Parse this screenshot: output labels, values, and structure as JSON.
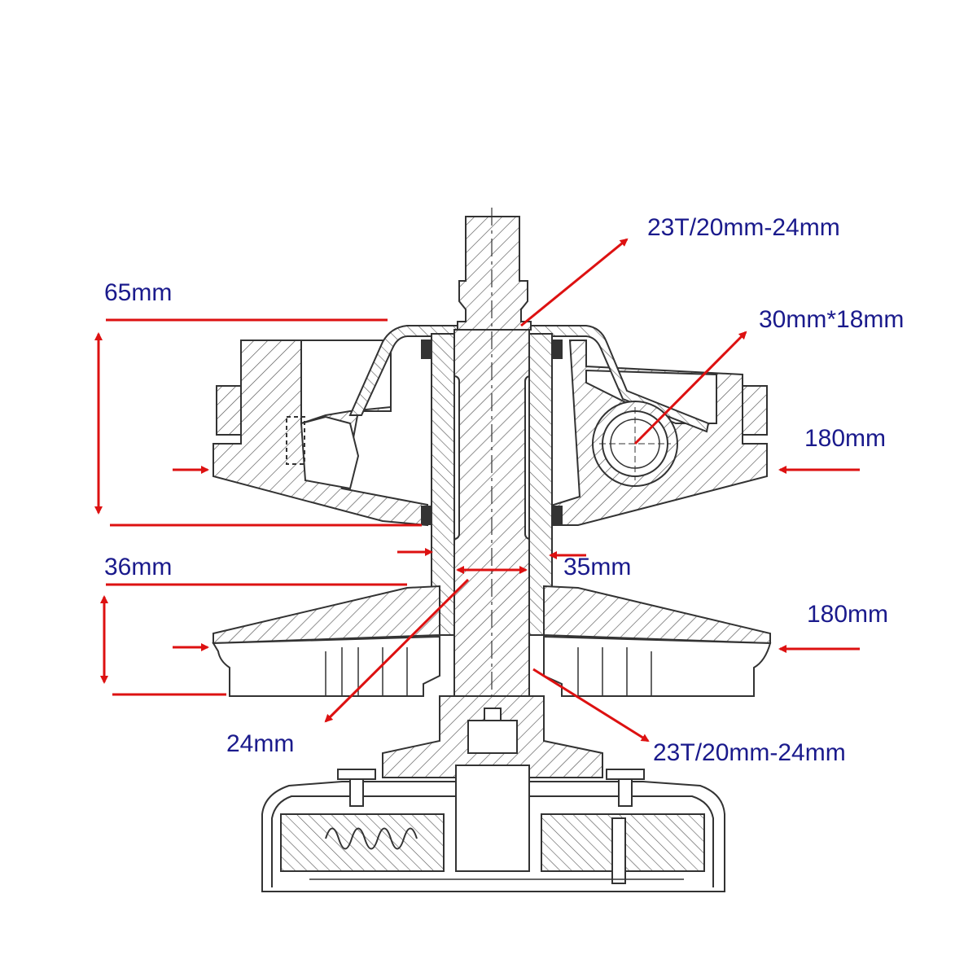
{
  "labels": {
    "top_spline": "23T/20mm-24mm",
    "bearing": "30mm*18mm",
    "upper_height": "65mm",
    "upper_diameter": "180mm",
    "sleeve_diameter": "36mm",
    "shaft_diameter": "35mm",
    "lower_height": "24mm",
    "lower_diameter": "180mm",
    "bottom_spline": "23T/20mm-24mm"
  },
  "colors": {
    "label_text": "#1a1a8c",
    "dimension_arrow": "#dd1111",
    "drawing_line": "#333333",
    "hatch": "#555555"
  }
}
